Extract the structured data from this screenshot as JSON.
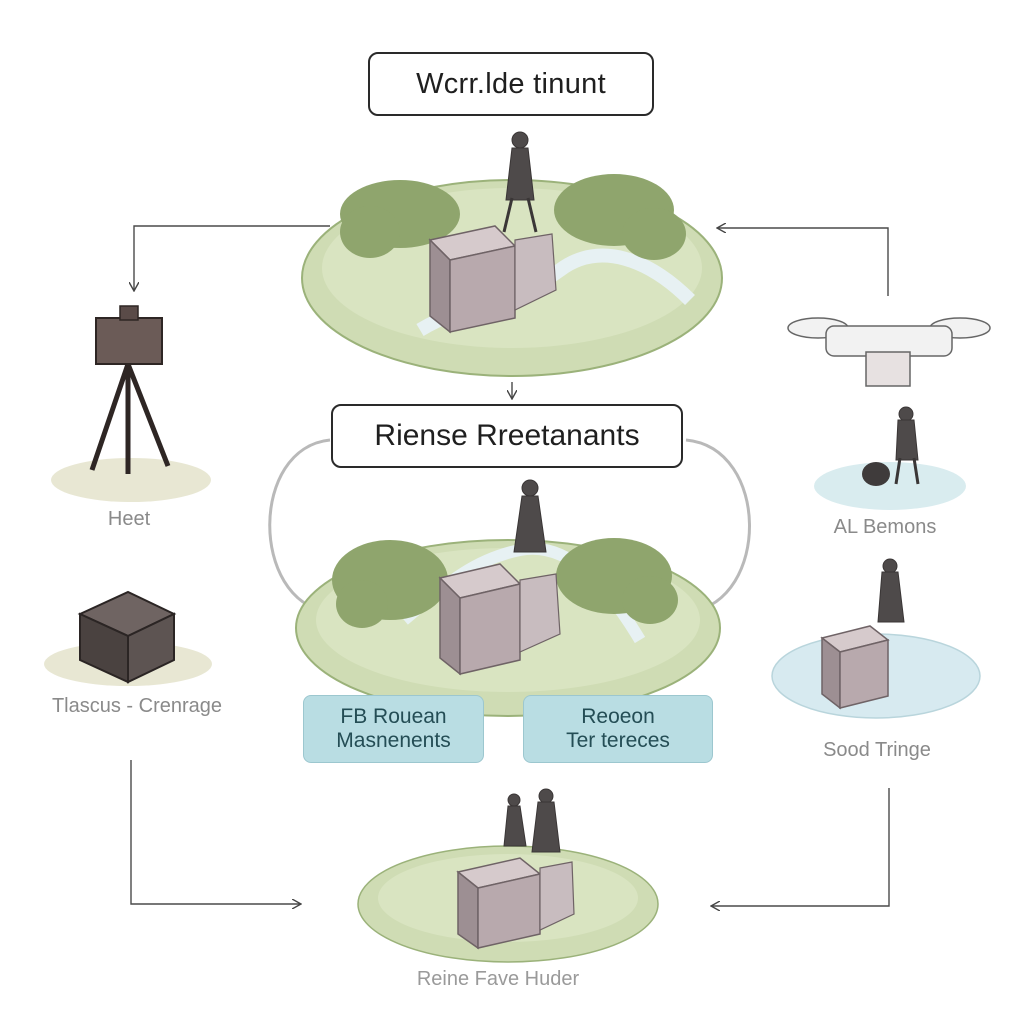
{
  "title": "Wcrr.lde tinunt",
  "middle_title": "Riense Rreetanants",
  "teal_boxes": {
    "left": {
      "line1": "FB Rouean",
      "line2": "Masnenents"
    },
    "right": {
      "line1": "Reoeon",
      "line2": "Ter tereces"
    }
  },
  "labels": {
    "left_top": "Heet",
    "left_bottom": "Tlascus - Crenrage",
    "right_top": "AL Bemons",
    "right_bottom": "Sood Tringe",
    "bottom": "Reine Fave Huder"
  },
  "colors": {
    "grass": "#cfdcb4",
    "grass_dark": "#9bb27a",
    "tree": "#8fa56d",
    "block": "#b8a9ad",
    "block_dark": "#6f6366",
    "water": "#d7eaf0",
    "teal": "#b9dde3",
    "line": "#4a4a4a"
  }
}
